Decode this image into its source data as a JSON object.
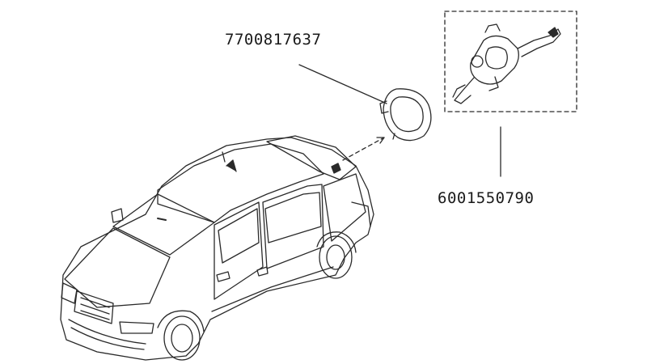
{
  "diagram": {
    "callouts": [
      {
        "part_number": "7700817637",
        "points_to": "fuel-filler-flap-ring"
      },
      {
        "part_number": "6001550790",
        "points_to": "fuel-flap-lock-actuator"
      }
    ],
    "colors": {
      "line": "#2a2a2a",
      "background": "#ffffff"
    }
  }
}
